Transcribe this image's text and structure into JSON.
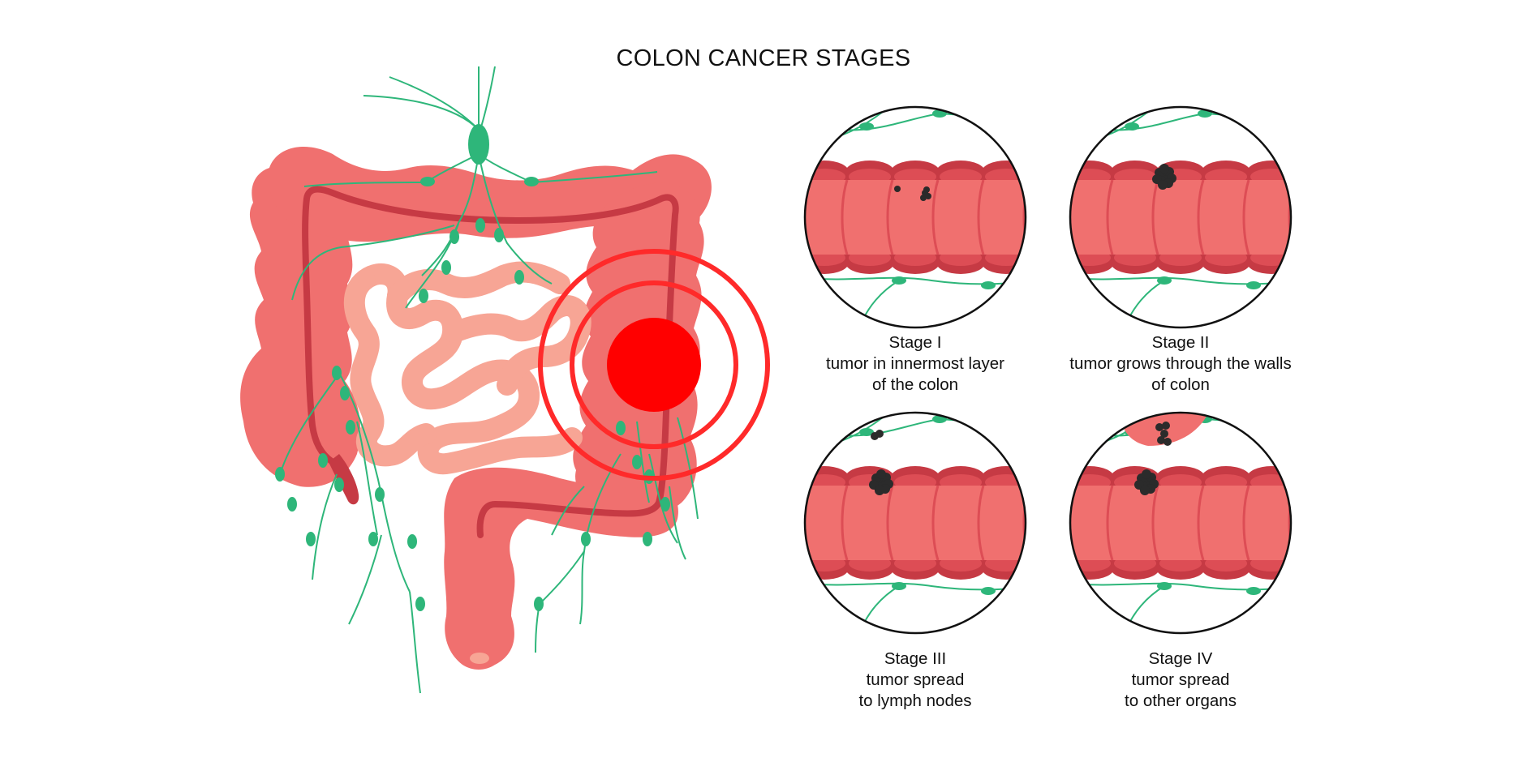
{
  "title": "COLON CANCER STAGES",
  "colors": {
    "colon": "#f0706f",
    "colon_dark": "#c63a44",
    "small_intestine": "#f7a595",
    "lymph": "#2eb67a",
    "tumor": "#ff0000",
    "ring": "#ff2a2a"
  },
  "stages": [
    {
      "name": "Stage I",
      "lines": [
        "tumor in innermost layer",
        "of the colon"
      ]
    },
    {
      "name": "Stage II",
      "lines": [
        "tumor grows through the walls",
        "of colon"
      ]
    },
    {
      "name": "Stage III",
      "lines": [
        "tumor spread",
        "to lymph nodes"
      ]
    },
    {
      "name": "Stage IV",
      "lines": [
        "tumor spread",
        "to other organs"
      ]
    }
  ]
}
